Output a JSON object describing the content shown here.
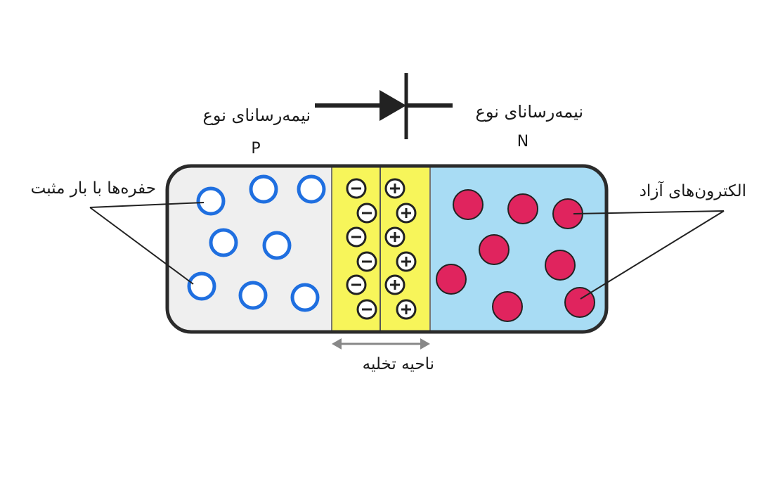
{
  "labels": {
    "p_type_line1": "نیمه‌رسانای نوع",
    "p_type_line2": "P",
    "n_type_line1": "نیمه‌رسانای نوع",
    "n_type_line2": "N",
    "holes": "حفره‌ها با بار مثبت",
    "electrons": "الکترون‌های آزاد",
    "depletion": "ناحیه تخلیه"
  },
  "icons": {
    "diode": "diode-symbol-icon",
    "hole": "hole-circle-icon",
    "electron": "electron-dot-icon",
    "negative_ion": "minus-ion-icon",
    "positive_ion": "plus-ion-icon",
    "arrow": "double-arrow-icon"
  },
  "colors": {
    "p_region": "#efefef",
    "depletion_region": "#f7f55a",
    "n_region": "#a8dcf4",
    "hole_stroke": "#1f6fe0",
    "electron_fill": "#e0245e",
    "outline": "#2b2b2b",
    "arrow": "#888888"
  }
}
